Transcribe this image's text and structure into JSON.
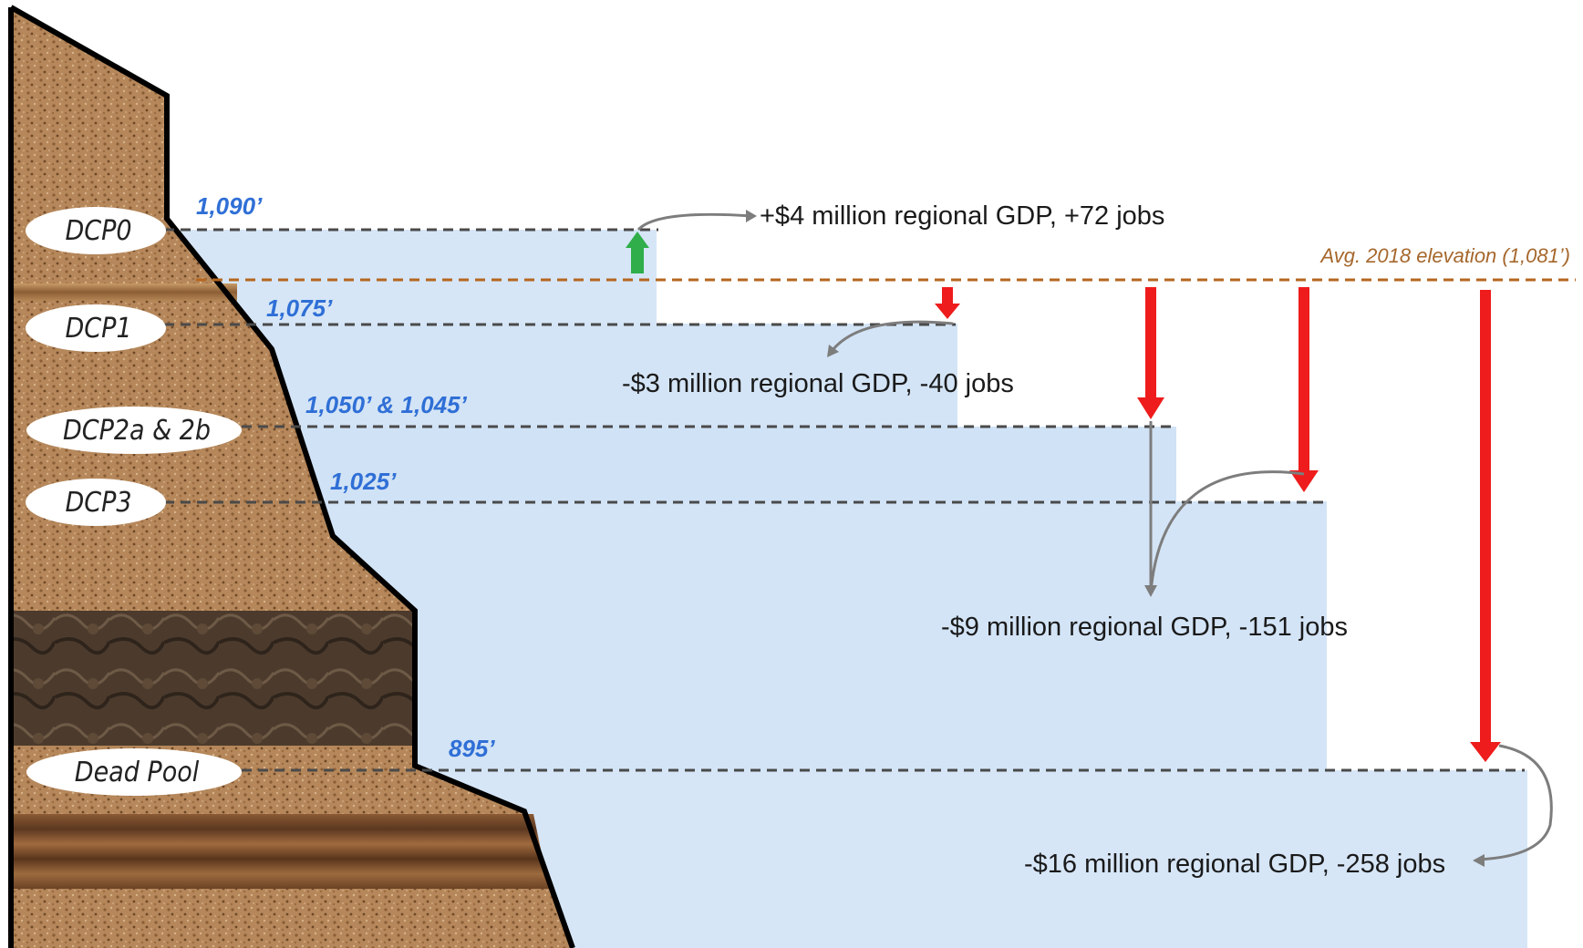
{
  "levels": {
    "dcp0": {
      "name": "DCP0",
      "elevation": "1,090’",
      "impact": "+$4 million regional GDP, +72 jobs"
    },
    "dcp1": {
      "name": "DCP1",
      "elevation": "1,075’",
      "impact": "-$3 million regional GDP,  -40 jobs"
    },
    "dcp2": {
      "name": "DCP2a & 2b",
      "elevation": "1,050’ & 1,045’"
    },
    "dcp3": {
      "name": "DCP3",
      "elevation": "1,025’",
      "impact": "-$9 million regional GDP, -151 jobs"
    },
    "dead": {
      "name": "Dead Pool",
      "elevation": "895’",
      "impact": "-$16 million regional GDP, -258 jobs"
    }
  },
  "avg_line": {
    "label": "Avg. 2018 elevation (1,081’)"
  },
  "colors": {
    "water": "#d6e6f7",
    "water_dark": "#c9ddf2",
    "rock": "#b08256",
    "rock_dark": "#4a3a2c",
    "avg_line": "#b5661f",
    "increase_arrow": "#2fae4a",
    "decrease_arrow": "#ee1c1c",
    "elevation_text": "#2f6fd6"
  }
}
